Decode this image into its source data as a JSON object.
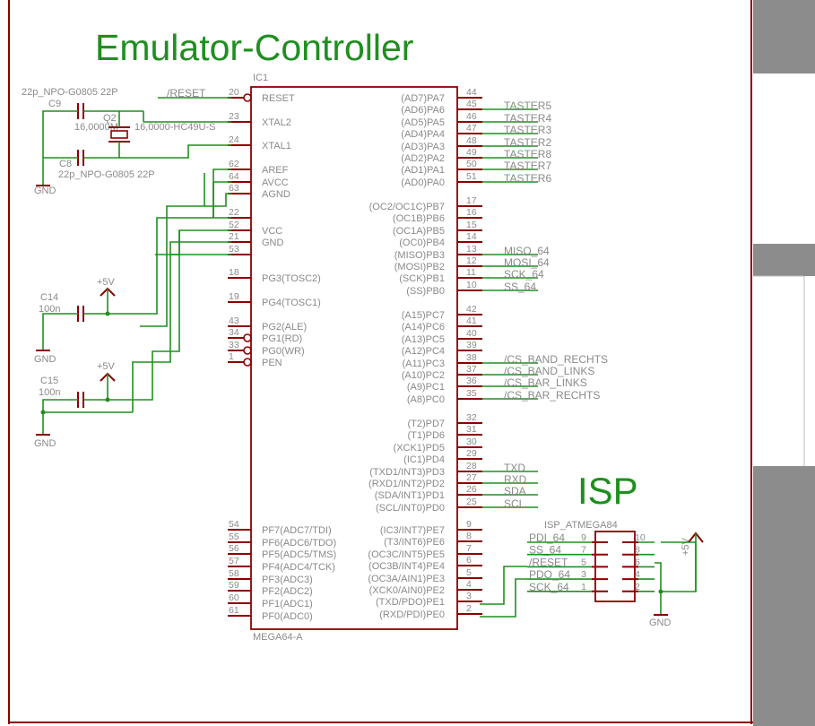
{
  "title": "Emulator-Controller",
  "isp_heading": "ISP",
  "colors": {
    "wire": "#1f8f1f",
    "part": "#8b0000",
    "text": "#8a8a8a",
    "title": "#1f8f1f",
    "side_bar": "#8c8c8c"
  },
  "ic": {
    "ref": "IC1",
    "value": "MEGA64-A",
    "left_pins": [
      {
        "num": "20",
        "name": "RESET",
        "inv": true
      },
      {
        "num": "23",
        "name": "XTAL2"
      },
      {
        "num": "24",
        "name": "XTAL1"
      },
      {
        "num": "62",
        "name": "AREF"
      },
      {
        "num": "64",
        "name": "AVCC"
      },
      {
        "num": "63",
        "name": "AGND"
      },
      {
        "num": "52",
        "name": "VCC"
      },
      {
        "num": "21",
        "name": "GND"
      },
      {
        "num": "22",
        "name": ""
      },
      {
        "num": "53",
        "name": ""
      },
      {
        "num": "18",
        "name": "PG3(TOSC2)"
      },
      {
        "num": "19",
        "name": "PG4(TOSC1)"
      },
      {
        "num": "43",
        "name": "PG2(ALE)"
      },
      {
        "num": "34",
        "name": "PG1(RD)",
        "inv": true
      },
      {
        "num": "33",
        "name": "PG0(WR)",
        "inv": true
      },
      {
        "num": "1",
        "name": "PEN",
        "inv": true
      },
      {
        "num": "54",
        "name": "PF7(ADC7/TDI)"
      },
      {
        "num": "55",
        "name": "PF6(ADC6/TDO)"
      },
      {
        "num": "56",
        "name": "PF5(ADC5/TMS)"
      },
      {
        "num": "57",
        "name": "PF4(ADC4/TCK)"
      },
      {
        "num": "58",
        "name": "PF3(ADC3)"
      },
      {
        "num": "59",
        "name": "PF2(ADC2)"
      },
      {
        "num": "60",
        "name": "PF1(ADC1)"
      },
      {
        "num": "61",
        "name": "PF0(ADC0)"
      }
    ],
    "right_pins": [
      {
        "num": "44",
        "name": "(AD7)PA7",
        "net": ""
      },
      {
        "num": "45",
        "name": "(AD6)PA6",
        "net": "TASTER5"
      },
      {
        "num": "46",
        "name": "(AD5)PA5",
        "net": "TASTER4"
      },
      {
        "num": "47",
        "name": "(AD4)PA4",
        "net": "TASTER3"
      },
      {
        "num": "48",
        "name": "(AD3)PA3",
        "net": "TASTER2"
      },
      {
        "num": "49",
        "name": "(AD2)PA2",
        "net": "TASTER8"
      },
      {
        "num": "50",
        "name": "(AD1)PA1",
        "net": "TASTER7"
      },
      {
        "num": "51",
        "name": "(AD0)PA0",
        "net": "TASTER6"
      },
      {
        "num": "17",
        "name": "(OC2/OC1C)PB7",
        "net": ""
      },
      {
        "num": "16",
        "name": "(OC1B)PB6",
        "net": ""
      },
      {
        "num": "15",
        "name": "(OC1A)PB5",
        "net": ""
      },
      {
        "num": "14",
        "name": "(OC0)PB4",
        "net": ""
      },
      {
        "num": "13",
        "name": "(MISO)PB3",
        "net": "MISO_64"
      },
      {
        "num": "12",
        "name": "(MOSI)PB2",
        "net": "MOSI_64"
      },
      {
        "num": "11",
        "name": "(SCK)PB1",
        "net": "SCK_64"
      },
      {
        "num": "10",
        "name": "(SS)PB0",
        "net": "SS_64"
      },
      {
        "num": "42",
        "name": "(A15)PC7",
        "net": ""
      },
      {
        "num": "41",
        "name": "(A14)PC6",
        "net": ""
      },
      {
        "num": "40",
        "name": "(A13)PC5",
        "net": ""
      },
      {
        "num": "39",
        "name": "(A12)PC4",
        "net": ""
      },
      {
        "num": "38",
        "name": "(A11)PC3",
        "net": "/CS_BAND_RECHTS"
      },
      {
        "num": "37",
        "name": "(A10)PC2",
        "net": "/CS_BAND_LINKS"
      },
      {
        "num": "36",
        "name": "(A9)PC1",
        "net": "/CS_BAR_LINKS"
      },
      {
        "num": "35",
        "name": "(A8)PC0",
        "net": "/CS_BAR_RECHTS"
      },
      {
        "num": "32",
        "name": "(T2)PD7",
        "net": ""
      },
      {
        "num": "31",
        "name": "(T1)PD6",
        "net": ""
      },
      {
        "num": "30",
        "name": "(XCK1)PD5",
        "net": ""
      },
      {
        "num": "29",
        "name": "(IC1)PD4",
        "net": ""
      },
      {
        "num": "28",
        "name": "(TXD1/INT3)PD3",
        "net": "TXD"
      },
      {
        "num": "27",
        "name": "(RXD1/INT2)PD2",
        "net": "RXD"
      },
      {
        "num": "26",
        "name": "(SDA/INT1)PD1",
        "net": "SDA"
      },
      {
        "num": "25",
        "name": "(SCL/INT0)PD0",
        "net": "SCL"
      },
      {
        "num": "9",
        "name": "(IC3/INT7)PE7",
        "net": ""
      },
      {
        "num": "8",
        "name": "(T3/INT6)PE6",
        "net": ""
      },
      {
        "num": "7",
        "name": "(OC3C/INT5)PE5",
        "net": ""
      },
      {
        "num": "6",
        "name": "(OC3B/INT4)PE4",
        "net": ""
      },
      {
        "num": "5",
        "name": "(OC3A/AIN1)PE3",
        "net": ""
      },
      {
        "num": "4",
        "name": "(XCK0/AIN0)PE2",
        "net": ""
      },
      {
        "num": "3",
        "name": "(TXD/PDO)PE1",
        "net": ""
      },
      {
        "num": "2",
        "name": "(RXD/PDI)PE0",
        "net": ""
      }
    ]
  },
  "crystal": {
    "ref": "Q2",
    "value": "16,0000M",
    "value2": "16,0000-HC49U-S",
    "c9_ref": "C9",
    "c9_value": "22p_NPO-G0805 22P",
    "c8_ref": "C8",
    "c8_value": "22p_NPO-G0805 22P",
    "gnd": "GND"
  },
  "reset_net": "/RESET",
  "decoupling": [
    {
      "ref": "C14",
      "value": "100n",
      "supply": "+5V",
      "gnd": "GND"
    },
    {
      "ref": "C15",
      "value": "100n",
      "supply": "+5V",
      "gnd": "GND"
    }
  ],
  "isp": {
    "ref": "ISP_ATMEGA84",
    "pins": [
      {
        "left_num": "9",
        "right_num": "10",
        "net": "PDI_64"
      },
      {
        "left_num": "7",
        "right_num": "8",
        "net": "SS_64"
      },
      {
        "left_num": "5",
        "right_num": "6",
        "net": "/RESET"
      },
      {
        "left_num": "3",
        "right_num": "4",
        "net": "PDO_64"
      },
      {
        "left_num": "1",
        "right_num": "2",
        "net": "SCK_64"
      }
    ],
    "supply": "+5V",
    "gnd": "GND"
  }
}
